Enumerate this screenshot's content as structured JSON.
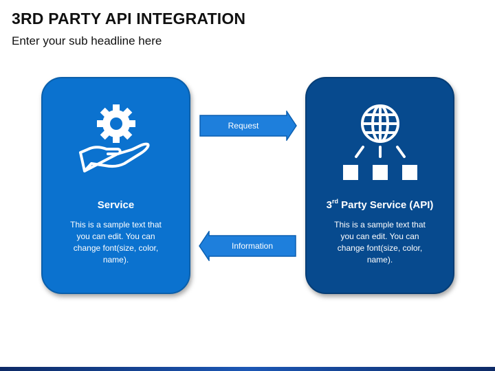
{
  "header": {
    "title": "3RD PARTY API INTEGRATION",
    "subtitle": "Enter your sub headline here"
  },
  "colors": {
    "left_card": "#0b72cf",
    "right_card": "#074a8e",
    "arrow": "#1e7fdc"
  },
  "left_card": {
    "icon": "gear-hand-icon",
    "heading": "Service",
    "body": "This is a sample text that you can edit. You can change font(size, color, name)."
  },
  "right_card": {
    "icon": "globe-network-icon",
    "heading_prefix": "3",
    "heading_sup": "rd",
    "heading_rest": " Party Service (API)",
    "body": "This is a sample text that you can edit. You can change font(size, color, name)."
  },
  "arrows": {
    "request": {
      "label": "Request",
      "direction": "right"
    },
    "information": {
      "label": "Information",
      "direction": "left"
    }
  }
}
